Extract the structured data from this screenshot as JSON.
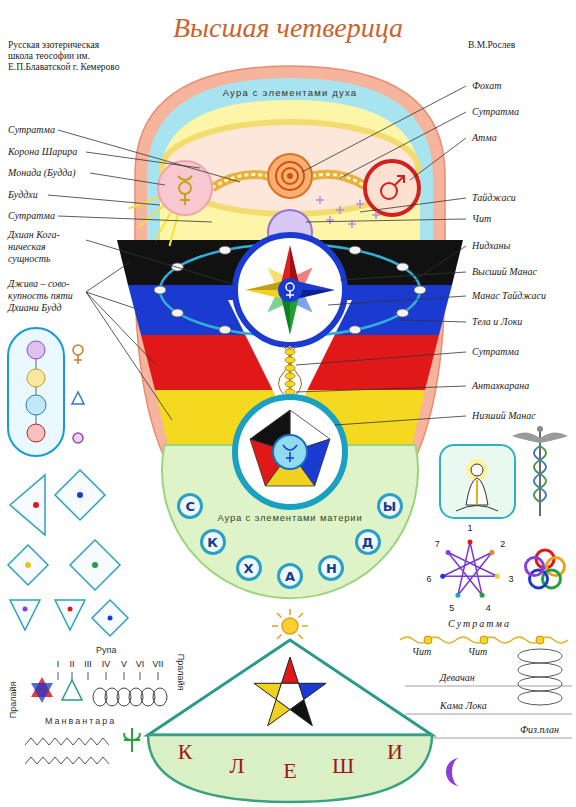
{
  "diagram": {
    "title": "Высшая четверица",
    "nodes": [
      {
        "text": [
          "Аура с элементами духа"
        ]
      },
      {
        "text": [
          "Аура с элементами материи"
        ]
      },
      {
        "text": [
          "С"
        ],
        "in": 1
      },
      {
        "text": [
          "К"
        ],
        "in": 1
      },
      {
        "text": [
          "Х"
        ],
        "in": 1
      },
      {
        "text": [
          "А"
        ],
        "in": 1
      },
      {
        "text": [
          "Н"
        ],
        "in": 1
      },
      {
        "text": [
          "Д"
        ],
        "in": 1
      },
      {
        "text": [
          "Ы"
        ],
        "in": 1
      },
      {
        "text": [
          "К",
          "Л",
          "Е",
          "Ш",
          "И"
        ]
      }
    ],
    "labels": [
      "Русская эзотерическая школа теософии им. Е.П.Блаватской г. Кемерово",
      "В.М.Рослев",
      "Сутратма",
      "Корона Шарира",
      "Монада (Будда)",
      "Буддхи",
      "Сутратма",
      "Дхиан Кога- ническая сущность",
      "Джива – сово- купность пяти Дхиани Будд",
      "Фохат",
      "Сутратма",
      "Атма",
      "Тайджаси",
      "Чит",
      "Нидханы",
      "Высший Манас",
      "Манас Тайджаси",
      "Тела и Локи",
      "Сутратма",
      "Антахкарана",
      "Низший Манас",
      "Рупа",
      "I",
      "II",
      "III",
      "IV",
      "V",
      "VI",
      "VII",
      "Манвантара",
      "Пралайя",
      "Пралайя",
      "Сутратма",
      "Чит",
      "Чит",
      "Девачан",
      "Кама Лока",
      "Физ.план",
      "1",
      "2",
      "3",
      "4",
      "5",
      "6",
      "7"
    ]
  }
}
